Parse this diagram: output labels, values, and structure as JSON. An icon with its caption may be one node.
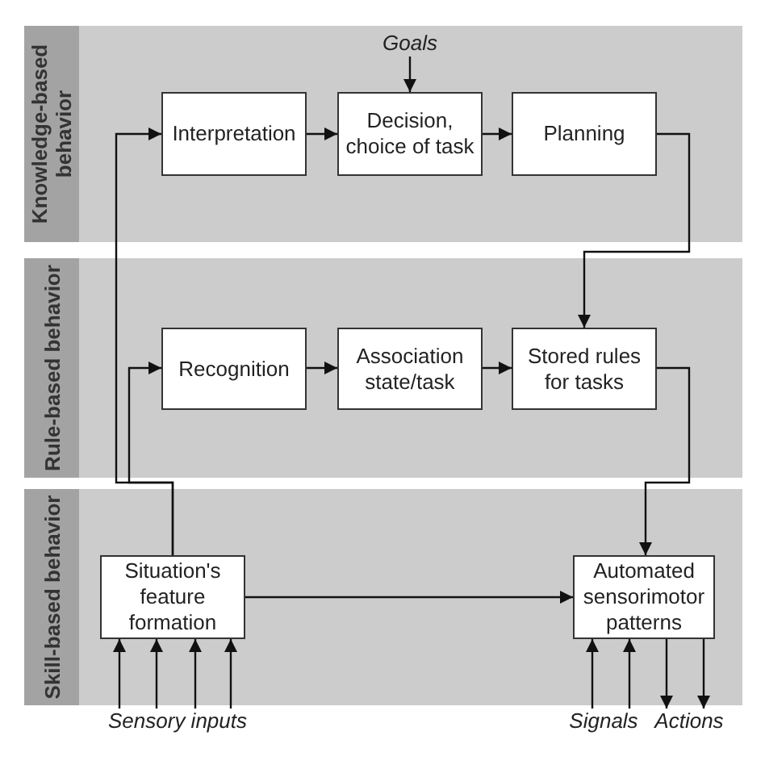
{
  "diagram": {
    "nodes": [
      {
        "text": [
          "Knowledge-based behavior"
        ]
      },
      {
        "text": [
          "Interpretation"
        ],
        "in": 0
      },
      {
        "text": [
          "Decision, choice of task"
        ],
        "in": 0
      },
      {
        "text": [
          "Planning"
        ],
        "in": 0
      },
      {
        "text": [
          "Goals"
        ],
        "in": 0
      },
      {
        "text": [
          "Rule-based behavior"
        ]
      },
      {
        "text": [
          "Recognition"
        ],
        "in": 5
      },
      {
        "text": [
          "Association state/task"
        ],
        "in": 5
      },
      {
        "text": [
          "Stored rules for tasks"
        ],
        "in": 5
      },
      {
        "text": [
          "Skill-based behavior"
        ]
      },
      {
        "text": [
          "Situation's feature formation"
        ],
        "in": 9
      },
      {
        "text": [
          "Automated sensorimotor patterns"
        ],
        "in": 9
      },
      {
        "text": [
          "Sensory inputs"
        ]
      },
      {
        "text": [
          "Signals"
        ]
      },
      {
        "text": [
          "Actions"
        ]
      }
    ],
    "edges": [
      {
        "from": 4,
        "to": 2,
        "arrow": "to"
      },
      {
        "from": 1,
        "to": 2,
        "arrow": "to"
      },
      {
        "from": 2,
        "to": 3,
        "arrow": "to"
      },
      {
        "from": 3,
        "to": 8,
        "arrow": "to"
      },
      {
        "from": 6,
        "to": 7,
        "arrow": "to"
      },
      {
        "from": 7,
        "to": 8,
        "arrow": "to"
      },
      {
        "from": 8,
        "to": 11,
        "arrow": "to"
      },
      {
        "from": 10,
        "to": 1,
        "arrow": "to"
      },
      {
        "from": 10,
        "to": 6,
        "arrow": "to"
      },
      {
        "from": 10,
        "to": 11,
        "arrow": "to"
      },
      {
        "from": 12,
        "to": 10,
        "arrow": "to"
      },
      {
        "from": 12,
        "to": 10,
        "arrow": "to"
      },
      {
        "from": 12,
        "to": 10,
        "arrow": "to"
      },
      {
        "from": 12,
        "to": 10,
        "arrow": "to"
      },
      {
        "from": 13,
        "to": 11,
        "arrow": "to"
      },
      {
        "from": 13,
        "to": 11,
        "arrow": "to"
      },
      {
        "from": 11,
        "to": 14,
        "arrow": "to"
      },
      {
        "from": 11,
        "to": 14,
        "arrow": "to"
      }
    ]
  }
}
